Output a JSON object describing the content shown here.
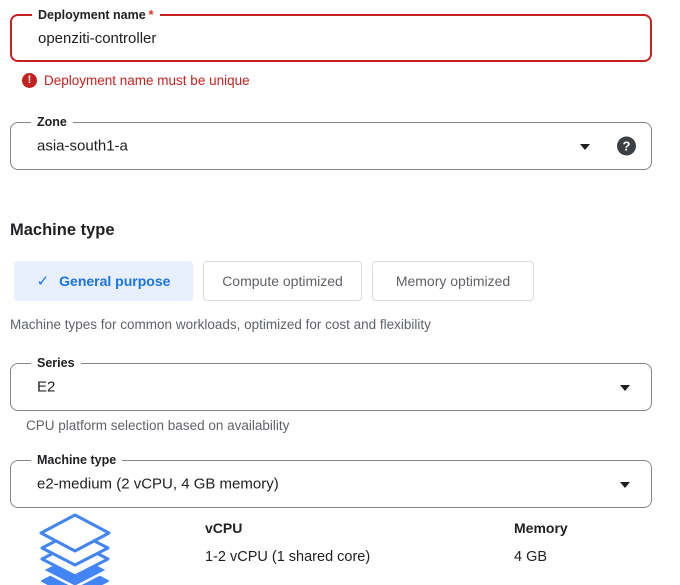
{
  "colors": {
    "error_red": "#c5221f",
    "required_red": "#d93025",
    "accent_blue": "#1a73e8",
    "selected_tab_bg": "#e8f0fe",
    "icon_blue": "#4285f4",
    "field_border_gray": "#80868b",
    "muted_text": "#5f6368"
  },
  "fields": {
    "deployment_name": {
      "label": "Deployment name",
      "required_marker": "*",
      "value": "openziti-controller",
      "error_message": "Deployment name must be unique"
    },
    "zone": {
      "label": "Zone",
      "value": "asia-south1-a"
    },
    "series": {
      "label": "Series",
      "value": "E2",
      "helper": "CPU platform selection based on availability"
    },
    "machine_type_select": {
      "label": "Machine type",
      "value": "e2-medium (2 vCPU, 4 GB memory)"
    }
  },
  "machine_type_section": {
    "heading": "Machine type",
    "tabs": [
      {
        "label": "General purpose",
        "selected": true
      },
      {
        "label": "Compute optimized",
        "selected": false
      },
      {
        "label": "Memory optimized",
        "selected": false
      }
    ],
    "description": "Machine types for common workloads, optimized for cost and flexibility"
  },
  "specs": {
    "vcpu_label": "vCPU",
    "vcpu_value": "1-2 vCPU (1 shared core)",
    "memory_label": "Memory",
    "memory_value": "4 GB"
  },
  "icons": {
    "check_glyph": "✓",
    "help_glyph": "?",
    "error_glyph": "!"
  }
}
